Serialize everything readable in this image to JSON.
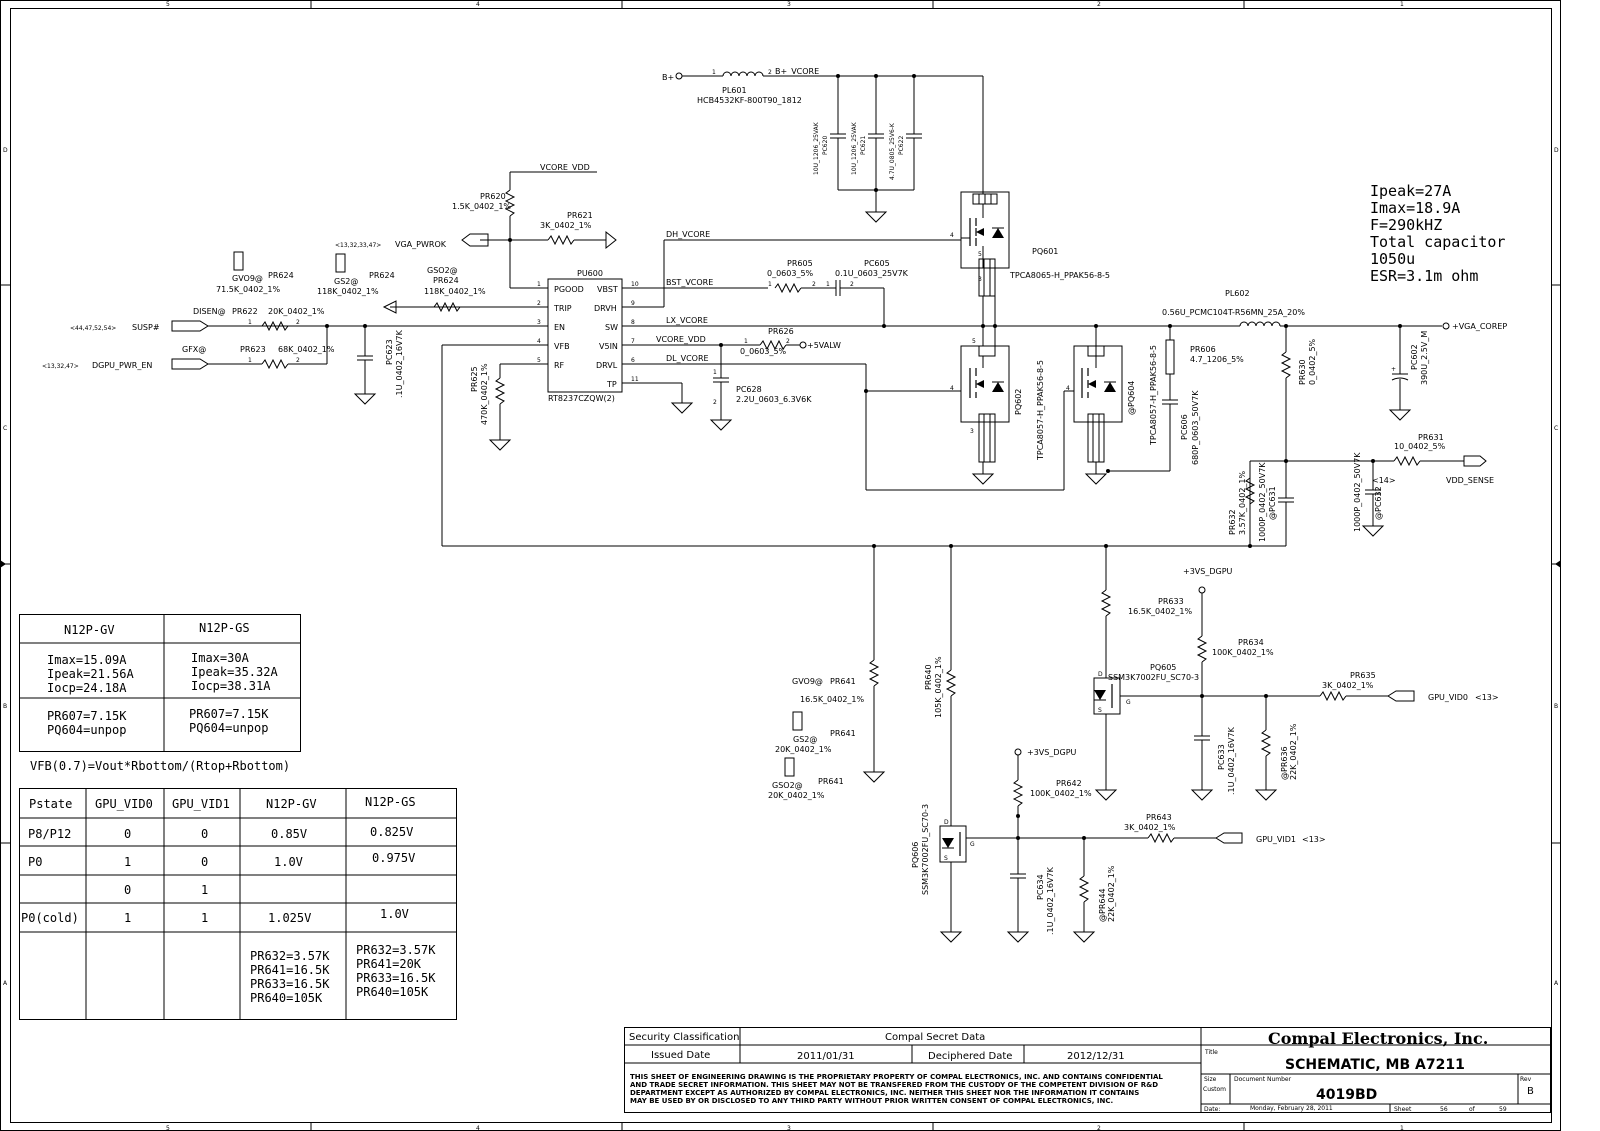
{
  "border": {
    "zones_top": [
      "5",
      "4",
      "3",
      "2",
      "1"
    ],
    "zones_side": [
      "D",
      "C",
      "B",
      "A"
    ]
  },
  "notes": {
    "ipeak": "Ipeak=27A",
    "imax": "Imax=18.9A",
    "freq": "F=290kHZ",
    "cap_title": "Total capacitor",
    "cap_value": "1050u",
    "esr": "ESR=3.1m ohm",
    "vfb_formula": "VFB(0.7)=Vout*Rbottom/(Rtop+Rbottom)"
  },
  "nets": {
    "bplus": "B+",
    "bplus_vcore": "B+_VCORE",
    "vcore_vdd_top": "VCORE_VDD",
    "vcore_vdd": "VCORE_VDD",
    "dh_vcore": "DH_VCORE",
    "bst_vcore": "BST_VCORE",
    "lx_vcore": "LX_VCORE",
    "dl_vcore": "DL_VCORE",
    "vga_pwrok": "VGA_PWROK",
    "vga_pwrok_ref": "<13,32,33,47>",
    "susp": "SUSP#",
    "susp_ref": "<44,47,52,54>",
    "dgpu_pwr_en": "DGPU_PWR_EN",
    "dgpu_pwr_en_ref": "<13,32,47>",
    "fivevalw": "+5VALW",
    "vga_corep": "+VGA_COREP",
    "vdd_sense": "VDD_SENSE",
    "vdd_sense_ref": "<14>",
    "p3vs_dgpu_a": "+3VS_DGPU",
    "p3vs_dgpu_b": "+3VS_DGPU",
    "gpu_vid0": "GPU_VID0",
    "gpu_vid0_ref": "<13>",
    "gpu_vid1": "GPU_VID1",
    "gpu_vid1_ref": "<13>"
  },
  "components": {
    "pl601_ref": "PL601",
    "pl601_val": "HCB4532KF-800T90_1812",
    "pc620_ref": "PC620",
    "pc620_val": "10U_1206_25VAK",
    "pc621_ref": "PC621",
    "pc621_val": "10U_1206_25VAK",
    "pc622_ref": "PC622",
    "pc622_val": "4.7U_0805_25V6-K",
    "pr620_ref": "PR620",
    "pr620_val": "1.5K_0402_1%",
    "pr621_ref": "PR621",
    "pr621_val": "3K_0402_1%",
    "pq601_ref": "PQ601",
    "pq601_val": "TPCA8065-H_PPAK56-8-5",
    "pu600_ref": "PU600",
    "pu600_val": "RT8237CZQW(2)",
    "pu600_pins_left": [
      "PGOOD",
      "TRIP",
      "EN",
      "VFB",
      "RF"
    ],
    "pu600_pins_right": [
      "VBST",
      "DRVH",
      "SW",
      "V5IN",
      "DRVL",
      "TP"
    ],
    "pr605_ref": "PR605",
    "pr605_val": "0_0603_5%",
    "pc605_ref": "PC605",
    "pc605_val": "0.1U_0603_25V7K",
    "pr624a_opt": "GVO9@",
    "pr624a_ref": "PR624",
    "pr624a_val": "71.5K_0402_1%",
    "pr624b_opt": "GS2@",
    "pr624b_ref": "PR624",
    "pr624b_val": "118K_0402_1%",
    "pr624c_opt": "GSO2@",
    "pr624c_ref": "PR624",
    "pr624c_val": "118K_0402_1%",
    "pr622_opt": "DISEN@",
    "pr622_ref": "PR622",
    "pr622_val": "20K_0402_1%",
    "pr623_opt": "GFX@",
    "pr623_ref": "PR623",
    "pr623_val": "68K_0402_1%",
    "pc623_ref": "PC623",
    "pc623_val": ".1U_0402_16V7K",
    "pr625_ref": "PR625",
    "pr625_val": "470K_0402_1%",
    "pr626_ref": "PR626",
    "pr626_val": "0_0603_5%",
    "pc628_ref": "PC628",
    "pc628_val": "2.2U_0603_6.3V6K",
    "pq602_ref": "PQ602",
    "pq602_val": "TPCA8057-H_PPAK56-8-5",
    "pq604_ref": "@PQ604",
    "pq604_val": "TPCA8057-H_PPAK56-8-5",
    "pc606_ref": "PC606",
    "pc606_val": "680P_0603_50V7K",
    "pr606_ref": "PR606",
    "pr606_val": "4.7_1206_5%",
    "pl602_ref": "PL602",
    "pl602_val": "0.56U_PCMC104T-R56MN_25A_20%",
    "pr630_ref": "PR630",
    "pr630_val": "0_0402_5%",
    "pc602_ref": "PC602",
    "pc602_val": "390U_2.5V_M",
    "pr631_ref": "PR631",
    "pr631_val": "10_0402_5%",
    "pr632_ref": "PR632",
    "pr632_val": "3.57K_0402_1%",
    "pc631_ref": "@PC631",
    "pc631_val": "1000P_0402_50V7K",
    "pc632_ref": "@PC632",
    "pc632_val": "1000P_0402_50V7K",
    "pr633_ref": "PR633",
    "pr633_val": "16.5K_0402_1%",
    "pr634_ref": "PR634",
    "pr634_val": "100K_0402_1%",
    "pq605_ref": "PQ605",
    "pq605_val": "SSM3K7002FU_SC70-3",
    "pr635_ref": "PR635",
    "pr635_val": "3K_0402_1%",
    "pc633_ref": "PC633",
    "pc633_val": ".1U_0402_16V7K",
    "pr636_ref": "@PR636",
    "pr636_val": "22K_0402_1%",
    "pr641a_opt": "GVO9@",
    "pr641a_ref": "PR641",
    "pr641a_val": "16.5K_0402_1%",
    "pr641b_opt": "GS2@",
    "pr641b_ref": "PR641",
    "pr641b_val": "20K_0402_1%",
    "pr641c_opt": "GSO2@",
    "pr641c_ref": "PR641",
    "pr641c_val": "20K_0402_1%",
    "pr640_ref": "PR640",
    "pr640_val": "105K_0402_1%",
    "pr642_ref": "PR642",
    "pr642_val": "100K_0402_1%",
    "pr643_ref": "PR643",
    "pr643_val": "3K_0402_1%",
    "pq606_ref": "PQ606",
    "pq606_val": "SSM3K7002FU_SC70-3",
    "pc634_ref": "PC634",
    "pc634_val": ".1U_0402_16V7K",
    "pr644_ref": "@PR644",
    "pr644_val": "22K_0402_1%"
  },
  "sku_table": {
    "headers": [
      "N12P-GV",
      "N12P-GS"
    ],
    "gv_currents": [
      "Imax=15.09A",
      "Ipeak=21.56A",
      "Iocp=24.18A"
    ],
    "gs_currents": [
      "Imax=30A",
      "Ipeak=35.32A",
      "Iocp=38.31A"
    ],
    "gv_parts": [
      "PR607=7.15K",
      "PQ604=unpop"
    ],
    "gs_parts": [
      "PR607=7.15K",
      "PQ604=unpop"
    ]
  },
  "pstate_table": {
    "headers": [
      "Pstate",
      "GPU_VID0",
      "GPU_VID1",
      "N12P-GV",
      "N12P-GS"
    ],
    "rows": [
      [
        "P8/P12",
        "0",
        "0",
        "0.85V",
        "0.825V"
      ],
      [
        "P0",
        "1",
        "0",
        "1.0V",
        "0.975V"
      ],
      [
        "",
        "0",
        "1",
        "",
        ""
      ],
      [
        "P0(cold)",
        "1",
        "1",
        "1.025V",
        "1.0V"
      ]
    ],
    "gv_resistors": [
      "PR632=3.57K",
      "PR641=16.5K",
      "PR633=16.5K",
      "PR640=105K"
    ],
    "gs_resistors": [
      "PR632=3.57K",
      "PR641=20K",
      "PR633=16.5K",
      "PR640=105K"
    ]
  },
  "title_block": {
    "security_label": "Security Classification",
    "security_value": "Compal Secret Data",
    "issued_label": "Issued Date",
    "issued_value": "2011/01/31",
    "deciphered_label": "Deciphered Date",
    "deciphered_value": "2012/12/31",
    "company": "Compal Electronics, Inc.",
    "title_label": "Title",
    "title": "SCHEMATIC, MB A7211",
    "size_label": "Size",
    "size_value": "Custom",
    "docnum_label": "Document Number",
    "docnum": "4019BD",
    "rev_label": "Rev",
    "rev": "B",
    "date_label": "Date:",
    "date_value": "Monday, February 28, 2011",
    "sheet_label": "Sheet",
    "sheet_num": "56",
    "of_label": "of",
    "sheet_total": "59",
    "disclaimer": [
      "THIS SHEET OF ENGINEERING DRAWING IS THE PROPRIETARY PROPERTY OF COMPAL ELECTRONICS, INC. AND CONTAINS CONFIDENTIAL",
      "AND TRADE SECRET INFORMATION. THIS SHEET MAY NOT BE TRANSFERED FROM THE CUSTODY OF THE COMPETENT DIVISION OF R&D",
      "DEPARTMENT EXCEPT AS AUTHORIZED BY COMPAL ELECTRONICS, INC. NEITHER THIS SHEET NOR THE INFORMATION IT CONTAINS",
      "MAY BE USED BY OR DISCLOSED TO ANY THIRD PARTY WITHOUT PRIOR WRITTEN CONSENT OF COMPAL ELECTRONICS, INC."
    ]
  }
}
